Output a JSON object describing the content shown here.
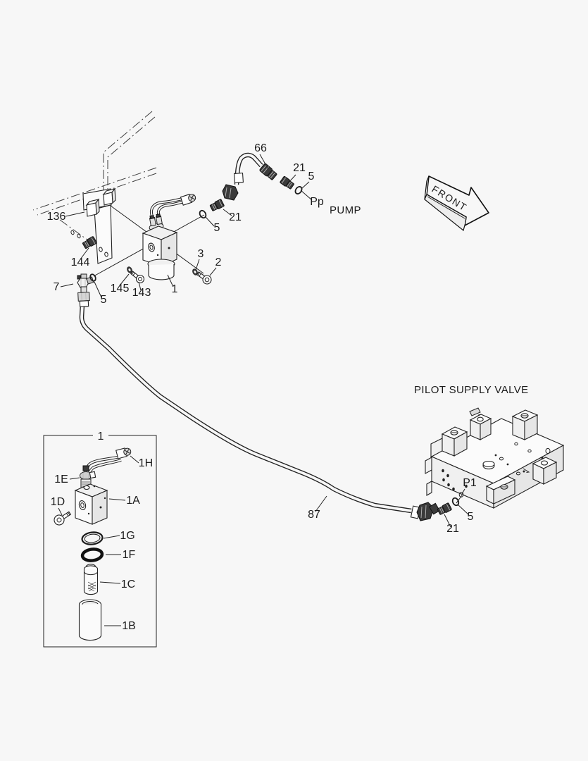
{
  "figure": {
    "front_arrow_label": "FRONT",
    "pump_label": "PUMP",
    "pilot_supply_valve_label": "PILOT SUPPLY VALVE",
    "port_labels": {
      "pp": "Pp",
      "p1": "P1"
    },
    "callouts": {
      "hose_66": "66",
      "adapter_21_top": "21",
      "oring_5_top": "5",
      "adapter_21_pump": "21",
      "oring_5_pump": "5",
      "bracket_136": "136",
      "adapter_144": "144",
      "elbow_7": "7",
      "oring_5_elbow": "5",
      "washer_145": "145",
      "bolt_143": "143",
      "valve_assembly_1": "1",
      "washer_3": "3",
      "bolt_2": "2",
      "hose_87": "87",
      "adapter_21_valve": "21",
      "oring_5_valve": "5"
    },
    "detail_box": {
      "assembly_callout": "1",
      "items": {
        "harness_1h": "1H",
        "solenoid_1e": "1E",
        "bolt_1d": "1D",
        "body_1a": "1A",
        "oring_1g": "1G",
        "oring_1f": "1F",
        "element_1c": "1C",
        "case_1b": "1B"
      }
    },
    "colors": {
      "line": "#1c1c1c",
      "background": "#f7f7f7",
      "fitting_dark": "#3b3b3b"
    }
  }
}
